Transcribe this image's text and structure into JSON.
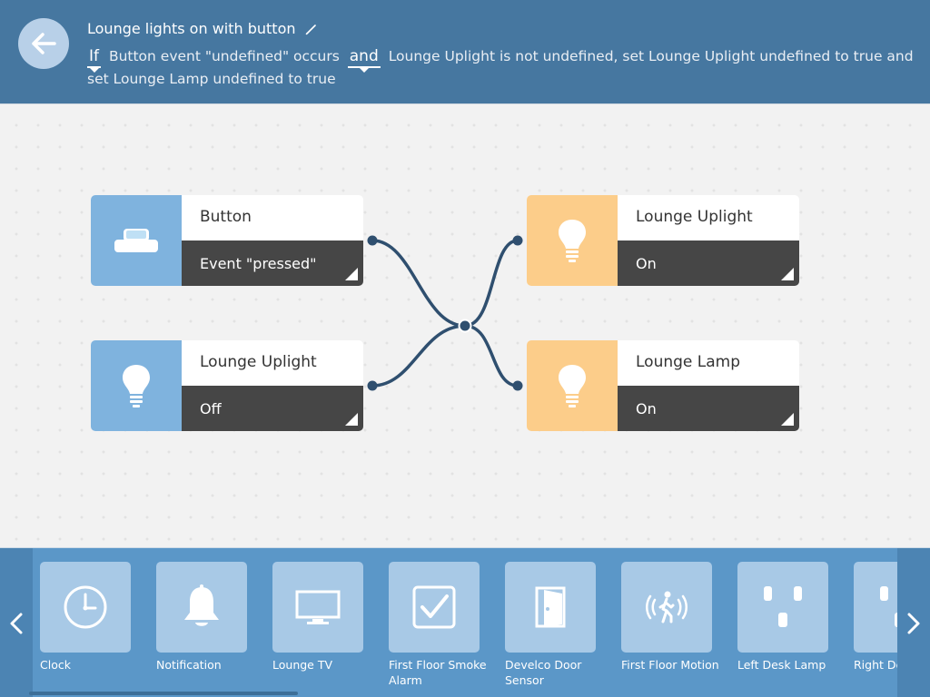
{
  "header": {
    "title": "Lounge lights on with button",
    "desc": {
      "kw_if": "If",
      "part1": "Button event \"undefined\" occurs",
      "kw_and": "and",
      "part2": "Lounge Uplight is not undefined, set Lounge Uplight undefined to true and set Lounge Lamp undefined to true"
    },
    "icons": {
      "back": "arrow-left-icon",
      "edit": "pencil-icon"
    }
  },
  "canvas": {
    "triggers": [
      {
        "name": "Button",
        "state": "Event \"pressed\"",
        "icon": "button-device-icon"
      },
      {
        "name": "Lounge Uplight",
        "state": "Off",
        "icon": "light-bulb-icon"
      }
    ],
    "actions": [
      {
        "name": "Lounge Uplight",
        "state": "On",
        "icon": "light-bulb-icon"
      },
      {
        "name": "Lounge Lamp",
        "state": "On",
        "icon": "light-bulb-icon"
      }
    ],
    "colors": {
      "trigger": "#7fb3de",
      "action": "#fccd8a",
      "state_bg": "#464646",
      "wire": "#2f4f6f"
    }
  },
  "palette": {
    "items": [
      {
        "label": "Clock",
        "icon": "clock-icon"
      },
      {
        "label": "Notification",
        "icon": "bell-icon"
      },
      {
        "label": "Lounge TV",
        "icon": "tv-icon"
      },
      {
        "label": "First Floor Smoke Alarm",
        "icon": "checkbox-icon"
      },
      {
        "label": "Develco Door Sensor",
        "icon": "door-icon"
      },
      {
        "label": "First Floor Motion",
        "icon": "motion-icon"
      },
      {
        "label": "Left Desk Lamp",
        "icon": "socket-icon"
      },
      {
        "label": "Right Desk Lamp",
        "icon": "socket-icon"
      }
    ]
  }
}
